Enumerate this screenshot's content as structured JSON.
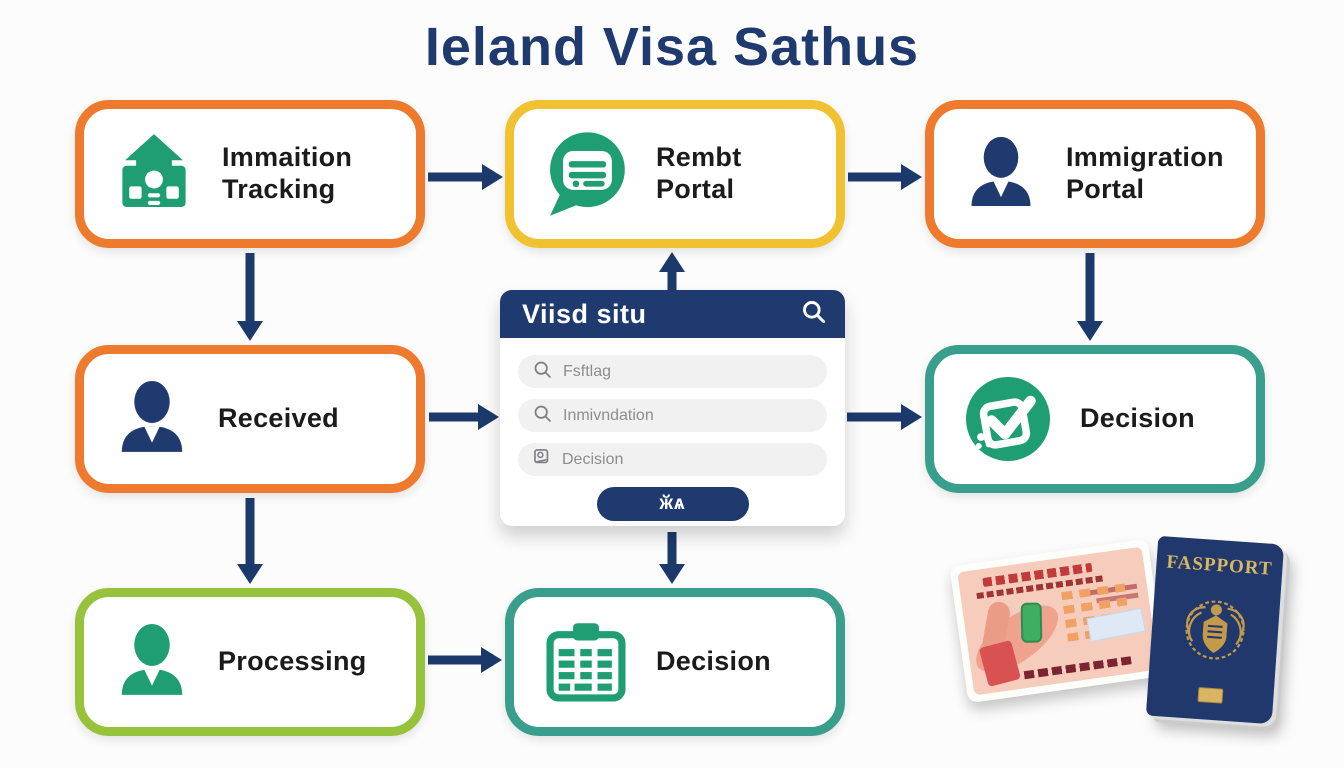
{
  "title": "Ieland Visa Sathus",
  "colors": {
    "navy": "#1e3a6e",
    "arrow_navy": "#1b3a6b",
    "orange": "#ee7a2d",
    "yellow": "#f0c231",
    "teal": "#3a9e8c",
    "lime": "#97c23c",
    "icon_green": "#1f9e74",
    "passport_navy": "#20386b",
    "passport_gold": "#d9b661"
  },
  "boxes": [
    {
      "label": "Immaition Tracking",
      "border": "#ee7a2d",
      "icon": "building-icon"
    },
    {
      "label": "Rembt Portal",
      "border": "#f0c231",
      "icon": "chat-bubble-icon"
    },
    {
      "label": "Immigration Portal",
      "border": "#ee7a2d",
      "icon": "person-icon"
    },
    {
      "label": "Received",
      "border": "#ee7a2d",
      "icon": "person-icon"
    },
    {
      "label": "Decision",
      "border": "#3a9e8c",
      "icon": "check-circle-icon"
    },
    {
      "label": "Processing",
      "border": "#97c23c",
      "icon": "person-icon"
    },
    {
      "label": "Decision",
      "border": "#3a9e8c",
      "icon": "calendar-icon"
    }
  ],
  "card": {
    "title": "Viisd situ",
    "header_icon": "search-icon",
    "fields": [
      {
        "icon": "search-icon",
        "text": "Fsftlag"
      },
      {
        "icon": "search-icon",
        "text": "Inmivndation"
      },
      {
        "icon": "stamp-icon",
        "text": "Decision"
      }
    ],
    "button_label": "ӂѧ"
  },
  "passport": {
    "label": "FASPPORT"
  }
}
